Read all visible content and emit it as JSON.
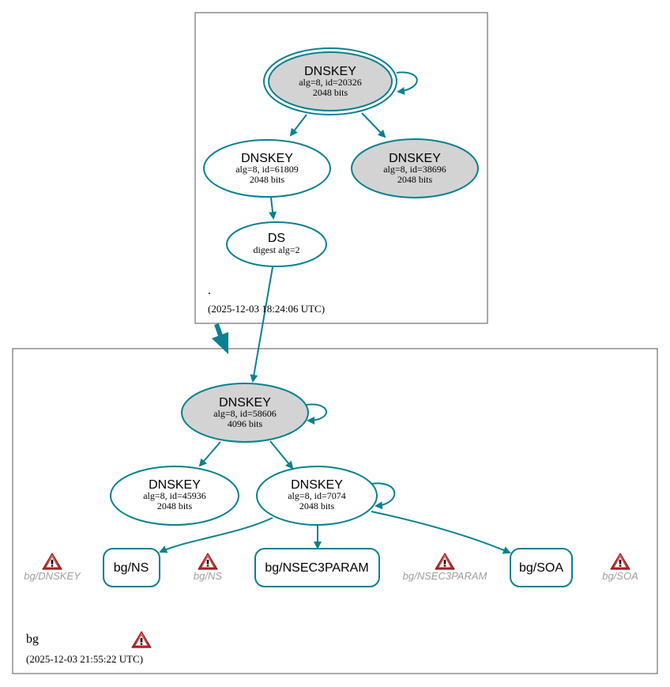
{
  "colors": {
    "edge": "#0a8090",
    "key_fill_ksk": "#d3d3d3",
    "key_fill_zsk": "#ffffff",
    "warning_red": "#c62828",
    "warning_label": "#9e9e9e",
    "zone_border": "#555555"
  },
  "root_zone": {
    "name": ".",
    "timestamp": "(2025-12-03 18:24:06 UTC)",
    "ksk": {
      "title": "DNSKEY",
      "line1": "alg=8, id=20326",
      "line2": "2048 bits"
    },
    "zsk1": {
      "title": "DNSKEY",
      "line1": "alg=8, id=61809",
      "line2": "2048 bits"
    },
    "zsk2": {
      "title": "DNSKEY",
      "line1": "alg=8, id=38696",
      "line2": "2048 bits"
    },
    "ds": {
      "title": "DS",
      "line1": "digest alg=2"
    }
  },
  "bg_zone": {
    "name": "bg",
    "timestamp": "(2025-12-03 21:55:22 UTC)",
    "ksk": {
      "title": "DNSKEY",
      "line1": "alg=8, id=58606",
      "line2": "4096 bits"
    },
    "zsk_a": {
      "title": "DNSKEY",
      "line1": "alg=8, id=45936",
      "line2": "2048 bits"
    },
    "zsk_b": {
      "title": "DNSKEY",
      "line1": "alg=8, id=7074",
      "line2": "2048 bits"
    },
    "rrsets": {
      "ns": "bg/NS",
      "nsec3param": "bg/NSEC3PARAM",
      "soa": "bg/SOA"
    },
    "warnings": {
      "dnskey": "bg/DNSKEY",
      "ns": "bg/NS",
      "nsec3param": "bg/NSEC3PARAM",
      "soa": "bg/SOA"
    },
    "warning_icon": "warning-triangle-icon"
  }
}
